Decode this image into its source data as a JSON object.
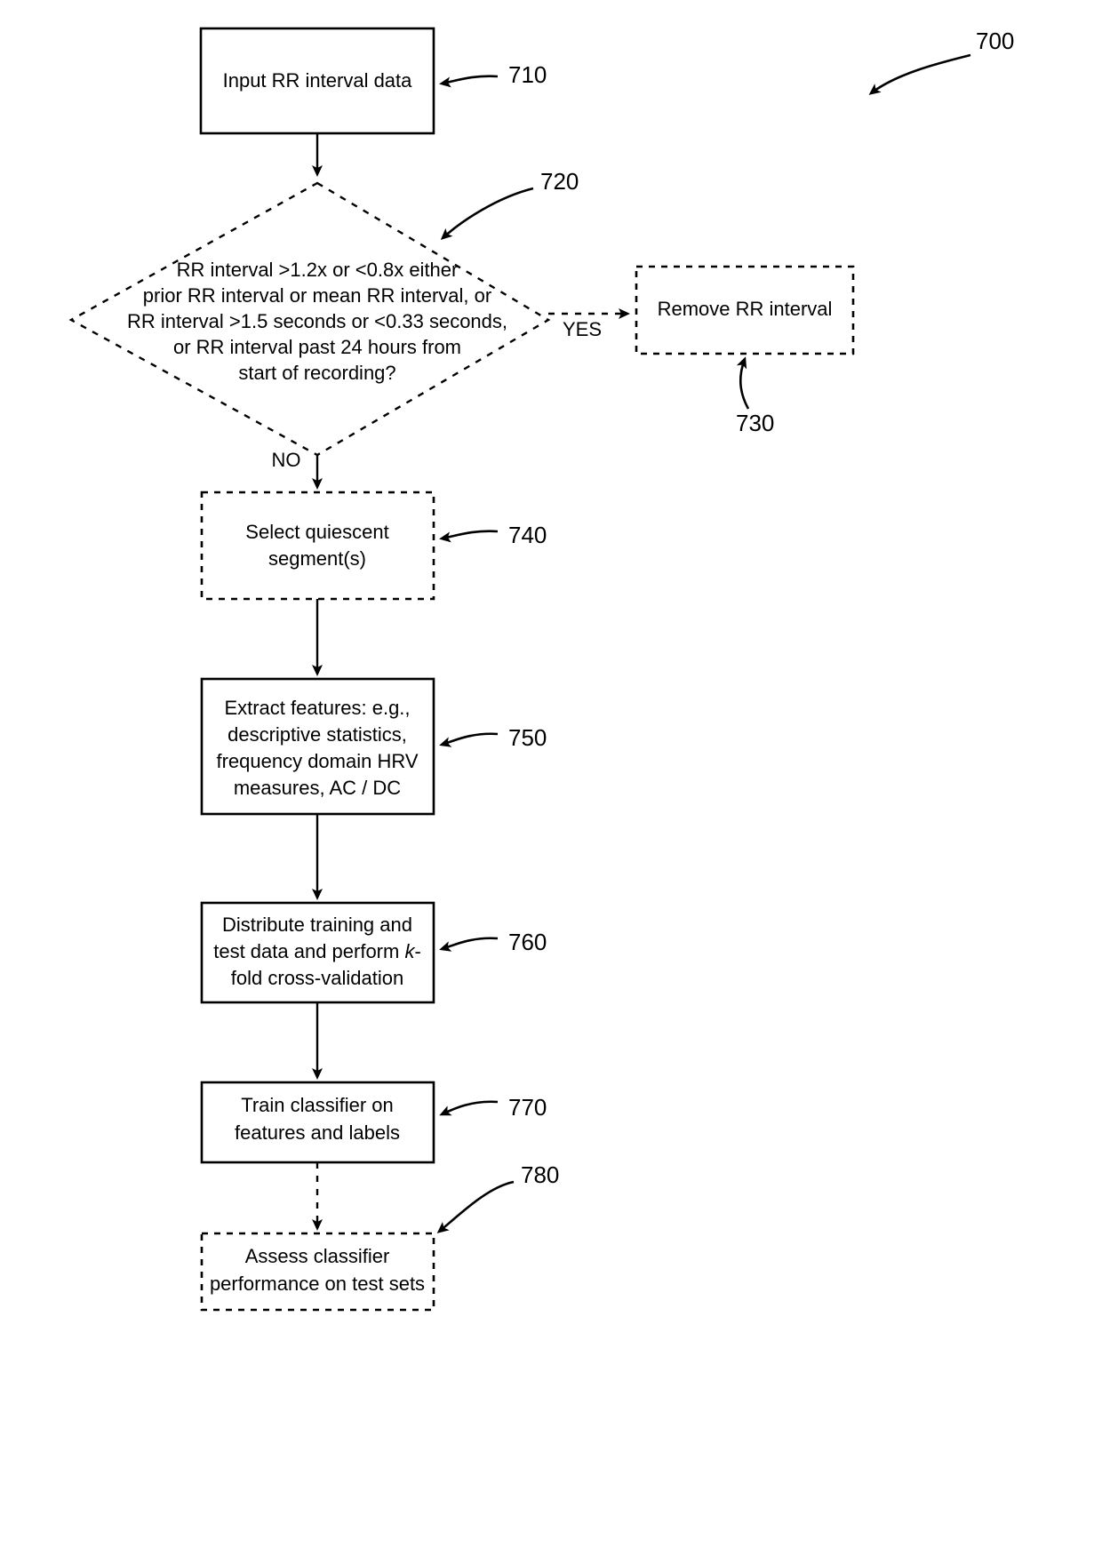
{
  "figure": {
    "reference_numeral": "700",
    "type": "flowchart",
    "title_visible": false
  },
  "nodes": [
    {
      "id": "n710",
      "ref": "710",
      "shape": "rectangle",
      "border": "solid",
      "lines": [
        "Input RR interval data"
      ]
    },
    {
      "id": "n720",
      "ref": "720",
      "shape": "diamond",
      "border": "dashed",
      "lines": [
        "RR interval >1.2x or <0.8x either",
        "prior RR interval or mean RR interval, or",
        "RR interval >1.5 seconds or <0.33 seconds,",
        "or RR interval past 24 hours from",
        "start of recording?"
      ]
    },
    {
      "id": "n730",
      "ref": "730",
      "shape": "rectangle",
      "border": "dashed",
      "lines": [
        "Remove RR interval"
      ]
    },
    {
      "id": "n740",
      "ref": "740",
      "shape": "rectangle",
      "border": "dashed",
      "lines": [
        "Select quiescent",
        "segment(s)"
      ]
    },
    {
      "id": "n750",
      "ref": "750",
      "shape": "rectangle",
      "border": "solid",
      "lines": [
        "Extract features:  e.g.,",
        "descriptive statistics,",
        "frequency domain HRV",
        "measures, AC / DC"
      ]
    },
    {
      "id": "n760",
      "ref": "760",
      "shape": "rectangle",
      "border": "solid",
      "lines": [
        "Distribute training and",
        "test data and perform k-",
        "fold cross-validation"
      ],
      "italic_token": "k"
    },
    {
      "id": "n770",
      "ref": "770",
      "shape": "rectangle",
      "border": "solid",
      "lines": [
        "Train classifier on",
        "features and labels"
      ]
    },
    {
      "id": "n780",
      "ref": "780",
      "shape": "rectangle",
      "border": "dashed",
      "lines": [
        "Assess classifier",
        "performance on test sets"
      ]
    }
  ],
  "edges": [
    {
      "id": "e710-720",
      "from": "n710",
      "to": "n720",
      "style": "solid",
      "label": ""
    },
    {
      "id": "e720-730",
      "from": "n720",
      "to": "n730",
      "style": "dashed",
      "label": "YES"
    },
    {
      "id": "e720-740",
      "from": "n720",
      "to": "n740",
      "style": "solid",
      "label": "NO"
    },
    {
      "id": "e740-750",
      "from": "n740",
      "to": "n750",
      "style": "solid",
      "label": ""
    },
    {
      "id": "e750-760",
      "from": "n750",
      "to": "n760",
      "style": "solid",
      "label": ""
    },
    {
      "id": "e760-770",
      "from": "n760",
      "to": "n770",
      "style": "solid",
      "label": ""
    },
    {
      "id": "e770-780",
      "from": "n770",
      "to": "n780",
      "style": "dashed",
      "label": ""
    }
  ],
  "labels": {
    "yes": "YES",
    "no": "NO",
    "ref_700": "700",
    "ref_710": "710",
    "ref_720": "720",
    "ref_730": "730",
    "ref_740": "740",
    "ref_750": "750",
    "ref_760": "760",
    "ref_770": "770",
    "ref_780": "780"
  },
  "text": {
    "n710_l1": "Input RR interval data",
    "n720_l1": "RR interval >1.2x or <0.8x either",
    "n720_l2": "prior RR interval or mean RR interval, or",
    "n720_l3": "RR interval >1.5 seconds or <0.33 seconds,",
    "n720_l4": "or RR interval past 24 hours from",
    "n720_l5": "start of recording?",
    "n730_l1": "Remove RR interval",
    "n740_l1": "Select quiescent",
    "n740_l2": "segment(s)",
    "n750_l1": "Extract features:  e.g.,",
    "n750_l2": "descriptive statistics,",
    "n750_l3": "frequency domain HRV",
    "n750_l4": "measures, AC / DC",
    "n760_l1": "Distribute training and",
    "n760_l2a": "test data and perform ",
    "n760_l2b": "k",
    "n760_l2c": "-",
    "n760_l3": "fold cross-validation",
    "n770_l1": "Train classifier on",
    "n770_l2": "features and labels",
    "n780_l1": "Assess classifier",
    "n780_l2": "performance on test sets"
  },
  "colors": {
    "stroke": "#000000",
    "fill": "#ffffff",
    "text": "#000000"
  }
}
